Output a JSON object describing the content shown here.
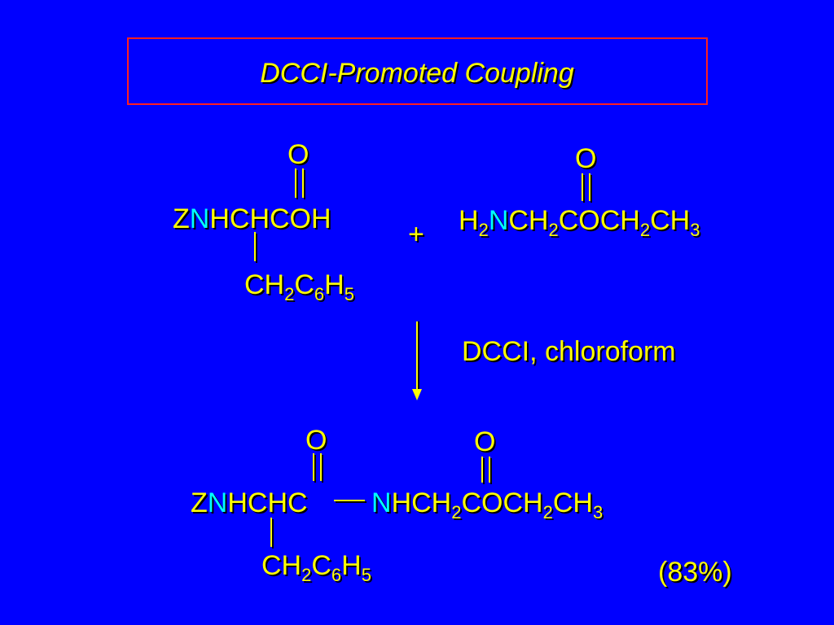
{
  "title": "DCCI-Promoted Coupling",
  "colors": {
    "background": "#0000ff",
    "text": "#ffff00",
    "highlight": "#00ffff",
    "border": "#ff1f1f"
  },
  "reactant1": {
    "carbonyl_o": "O",
    "z": "Z",
    "n": "N",
    "rest": "HCHCOH",
    "side_ch": "CH",
    "side_2": "2",
    "side_c": "C",
    "side_6": "6",
    "side_h": "H",
    "side_5": "5"
  },
  "plus": "+",
  "reactant2": {
    "carbonyl_o": "O",
    "h": "H",
    "sub2a": "2",
    "n": "N",
    "ch": "CH",
    "sub2b": "2",
    "coch": "COCH",
    "sub2c": "2",
    "ch3": "CH",
    "sub3": "3"
  },
  "conditions": "DCCI, chloroform",
  "product": {
    "carbonyl_o1": "O",
    "carbonyl_o2": "O",
    "z": "Z",
    "n1": "N",
    "hchc": "HCHC",
    "n2": "N",
    "hch": "HCH",
    "sub2a": "2",
    "coch": "COCH",
    "sub2b": "2",
    "ch3": "CH",
    "sub3": "3",
    "side_ch": "CH",
    "side_2": "2",
    "side_c": "C",
    "side_6": "6",
    "side_h": "H",
    "side_5": "5"
  },
  "yield": "(83%)"
}
